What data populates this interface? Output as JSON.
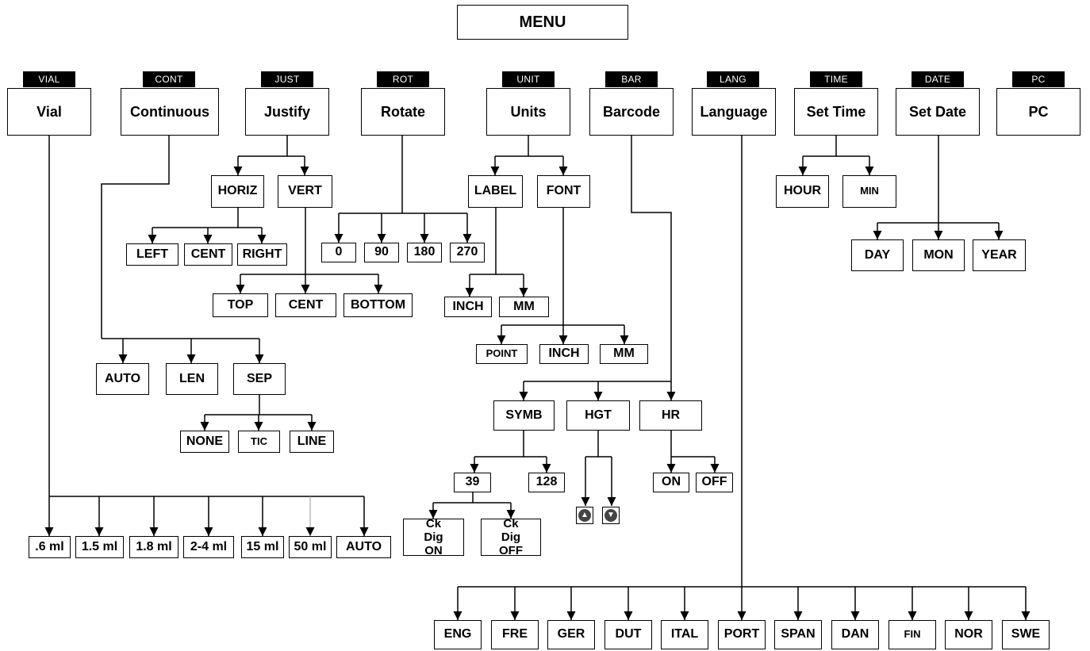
{
  "title": "MENU",
  "tabs": {
    "vial": {
      "tag": "VIAL",
      "label": "Vial"
    },
    "cont": {
      "tag": "CONT",
      "label": "Continuous"
    },
    "just": {
      "tag": "JUST",
      "label": "Justify"
    },
    "rot": {
      "tag": "ROT",
      "label": "Rotate"
    },
    "unit": {
      "tag": "UNIT",
      "label": "Units"
    },
    "bar": {
      "tag": "BAR",
      "label": "Barcode"
    },
    "lang": {
      "tag": "LANG",
      "label": "Language"
    },
    "time": {
      "tag": "TIME",
      "label": "Set Time"
    },
    "date": {
      "tag": "DATE",
      "label": "Set Date"
    },
    "pc": {
      "tag": "PC",
      "label": "PC"
    }
  },
  "justify": {
    "horiz": "HORIZ",
    "vert": "VERT",
    "horiz_opts": [
      "LEFT",
      "CENT",
      "RIGHT"
    ],
    "vert_opts": [
      "TOP",
      "CENT",
      "BOTTOM"
    ]
  },
  "rotate": [
    "0",
    "90",
    "180",
    "270"
  ],
  "units": {
    "label": "LABEL",
    "font": "FONT",
    "label_opts": [
      "INCH",
      "MM"
    ],
    "font_opts": [
      "POINT",
      "INCH",
      "MM"
    ]
  },
  "continuous": {
    "opts": [
      "AUTO",
      "LEN",
      "SEP"
    ],
    "sep_opts": [
      "NONE",
      "TIC",
      "LINE"
    ]
  },
  "vial_opts": [
    ".6 ml",
    "1.5 ml",
    "1.8 ml",
    "2-4 ml",
    "15 ml",
    "50 ml",
    "AUTO"
  ],
  "barcode": {
    "symb": "SYMB",
    "hgt": "HGT",
    "hr": "HR",
    "symb_opts": [
      "39",
      "128"
    ],
    "ck_dig": [
      "Ck Dig ON",
      "Ck Dig OFF"
    ],
    "hgt_icons": [
      "up-arrow-icon",
      "down-arrow-icon"
    ],
    "hr_opts": [
      "ON",
      "OFF"
    ]
  },
  "time_opts": [
    "HOUR",
    "MIN"
  ],
  "date_opts": [
    "DAY",
    "MON",
    "YEAR"
  ],
  "languages": [
    "ENG",
    "FRE",
    "GER",
    "DUT",
    "ITAL",
    "PORT",
    "SPAN",
    "DAN",
    "FIN",
    "NOR",
    "SWE"
  ]
}
